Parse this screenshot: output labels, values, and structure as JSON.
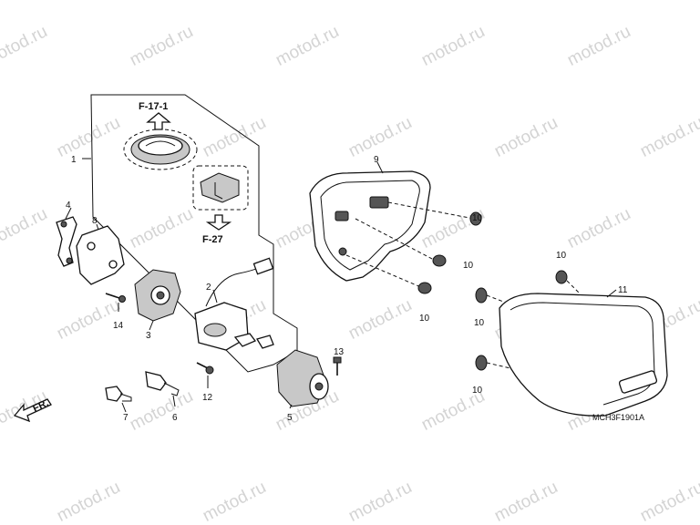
{
  "watermark": "motod.ru",
  "diagram_code": "MCH3F1901A",
  "front_marker": "FR.",
  "references": {
    "up": "F-17-1",
    "down": "F-27"
  },
  "labels": {
    "l1": "1",
    "l2": "2",
    "l3": "3",
    "l4": "4",
    "l5": "5",
    "l6": "6",
    "l7": "7",
    "l8": "8",
    "l9": "9",
    "l10a": "10",
    "l10b": "10",
    "l10c": "10",
    "l10d": "10",
    "l10e": "10",
    "l10f": "10",
    "l11": "11",
    "l12": "12",
    "l13": "13",
    "l14": "14"
  }
}
